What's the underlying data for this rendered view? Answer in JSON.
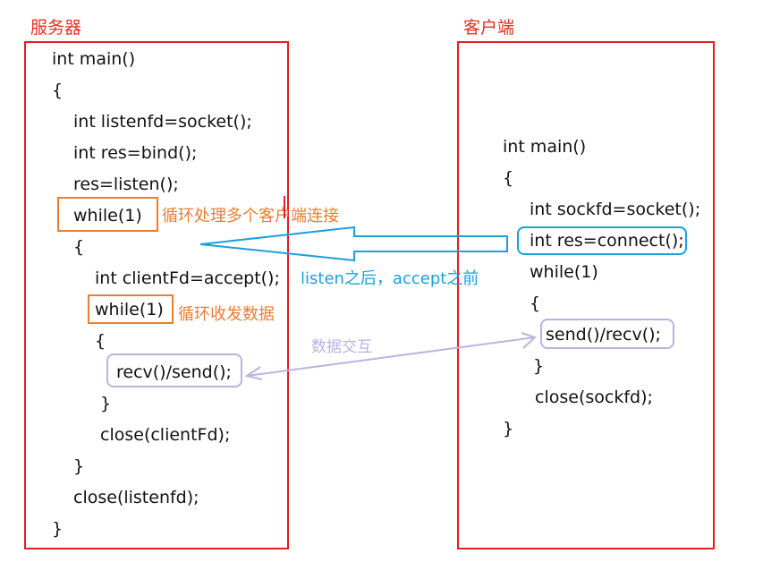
{
  "server": {
    "title": "服务器",
    "lines": [
      "int main()",
      "{",
      "int listenfd=socket();",
      "int res=bind();",
      "res=listen();",
      "while(1)",
      "{",
      "int clientFd=accept();",
      "while(1)",
      "{",
      "recv()/send();",
      "}",
      "close(clientFd);",
      "}",
      "close(listenfd);",
      "}"
    ]
  },
  "client": {
    "title": "客户端",
    "lines": [
      "int main()",
      "{",
      "int sockfd=socket();",
      "int res=connect();",
      "while(1)",
      "{",
      "send()/recv();",
      "}",
      "close(sockfd);",
      "}"
    ]
  },
  "annotations": {
    "outer_loop": "循环处理多个客户端连接",
    "inner_loop": "循环收发数据",
    "connect_arrow": "listen之后，accept之前",
    "data_exchange": "数据交互"
  },
  "colors": {
    "panel_border": "#e51c23",
    "title_text": "#e8301f",
    "orange": "#ed7d31",
    "blue": "#1aa1dc",
    "purple": "#b9b3e0"
  }
}
